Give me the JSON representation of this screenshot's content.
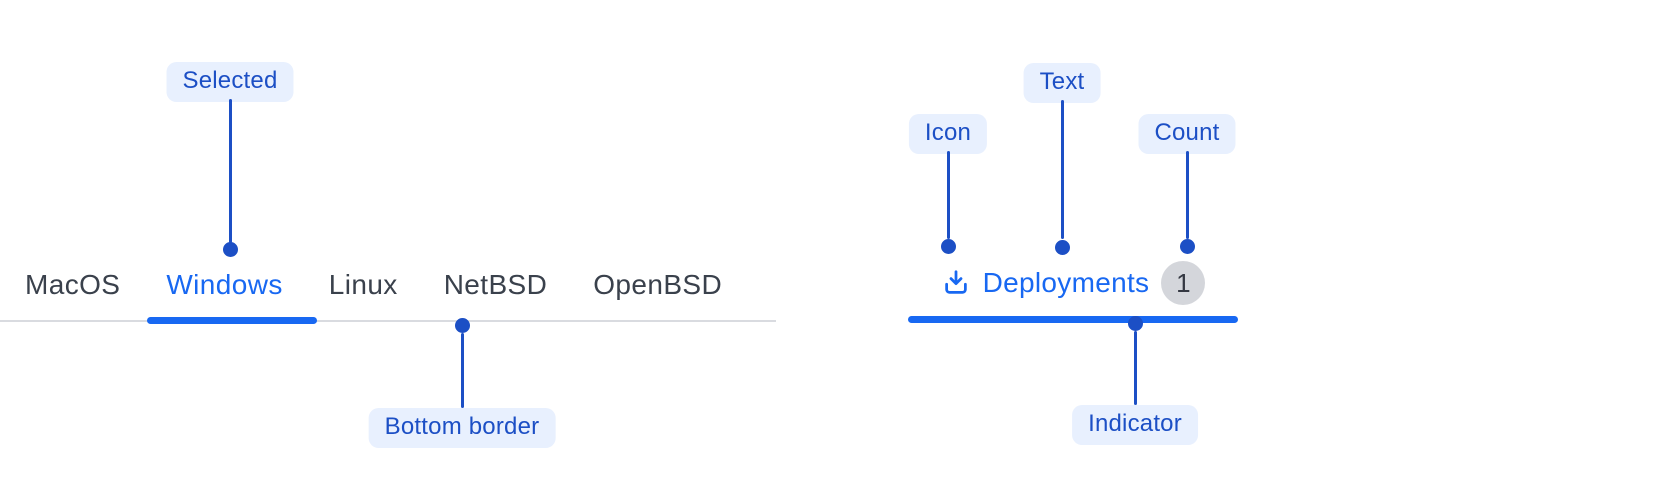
{
  "figure": {
    "colors": {
      "background": "#ffffff",
      "accent-blue": "#1868f2",
      "callout-blue": "#1c4fc5",
      "callout-bg": "#e8f0fe",
      "tab-text": "#3a414c",
      "rule": "#d9dbe0",
      "count-bg": "#d4d6db",
      "count-text": "#343842"
    }
  },
  "left_example": {
    "callout_selected": "Selected",
    "callout_bottom_border": "Bottom border",
    "tabs": [
      {
        "label": "MacOS",
        "selected": false
      },
      {
        "label": "Windows",
        "selected": true
      },
      {
        "label": "Linux",
        "selected": false
      },
      {
        "label": "NetBSD",
        "selected": false
      },
      {
        "label": "OpenBSD",
        "selected": false
      }
    ]
  },
  "right_example": {
    "callout_icon": "Icon",
    "callout_text": "Text",
    "callout_count": "Count",
    "callout_indicator": "Indicator",
    "tab": {
      "icon": "download-icon",
      "label": "Deployments",
      "count": "1"
    }
  }
}
